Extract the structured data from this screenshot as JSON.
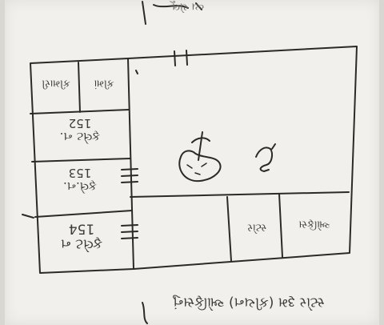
{
  "header_scrawl": "વ્ય ચેલૂ",
  "footer_note": "સ્ટોર રૂમ (કીચન) ઓફિસનું",
  "left_strip": {
    "top_left": "કીમારી",
    "top_right": "કીમાં",
    "row1": {
      "line1": "ફ્લેટ ન.",
      "line2": "152"
    },
    "row2": {
      "line1": "ફ્લે.ન.",
      "line2": "153"
    },
    "row3": {
      "line1": "ફ્લેટ ન",
      "line2": "154"
    }
  },
  "bottom_rooms": {
    "room_a": "સ્ટોર",
    "room_b": "ઓફિસ"
  }
}
